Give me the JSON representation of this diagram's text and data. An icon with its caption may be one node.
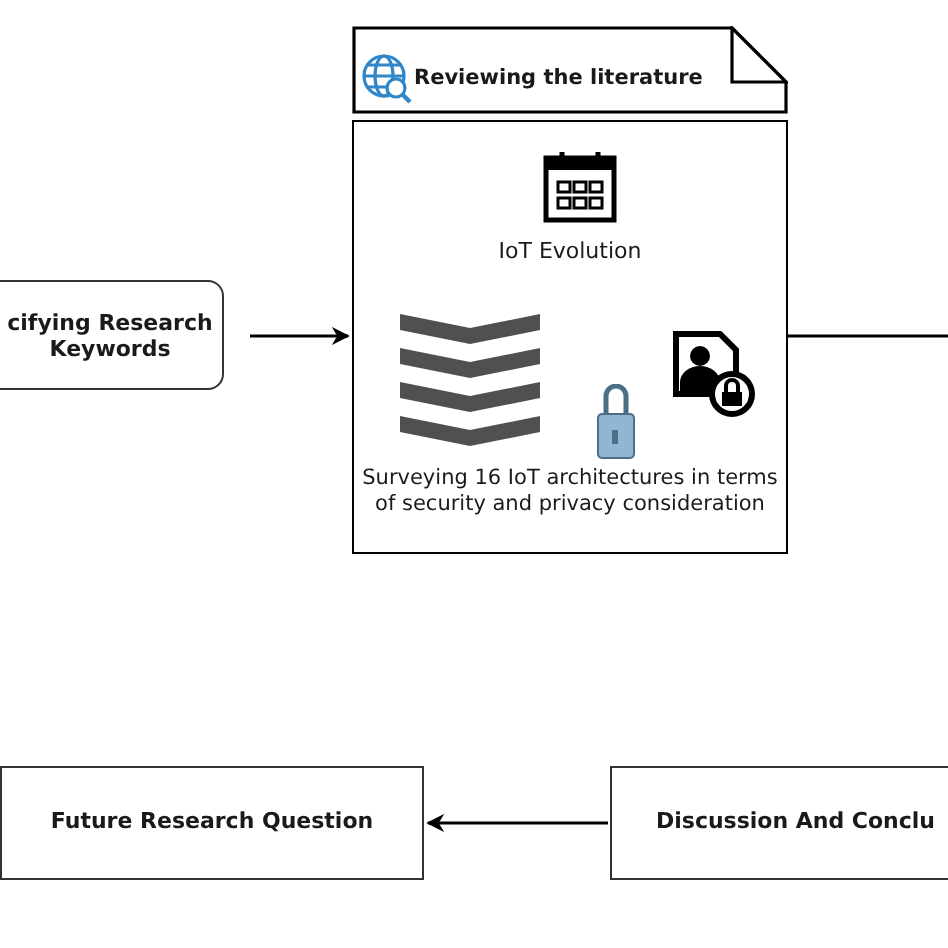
{
  "diagram": {
    "nodes": [
      {
        "text": [
          "Reviewing the literature"
        ]
      },
      {
        "text": [
          "IoT Evolution",
          "Surveying 16 IoT architectures in terms of security and privacy consideration"
        ]
      },
      {
        "text": [
          "cifying Research Keywords"
        ]
      },
      {
        "text": [
          "Future Research Question"
        ]
      },
      {
        "text": [
          "Discussion And Conclu"
        ]
      }
    ],
    "edges": [
      {
        "from": 2,
        "to": 1,
        "arrow": "to"
      },
      {
        "from": 1,
        "to": null,
        "arrow": "none"
      },
      {
        "from": 4,
        "to": 3,
        "arrow": "to"
      }
    ]
  }
}
